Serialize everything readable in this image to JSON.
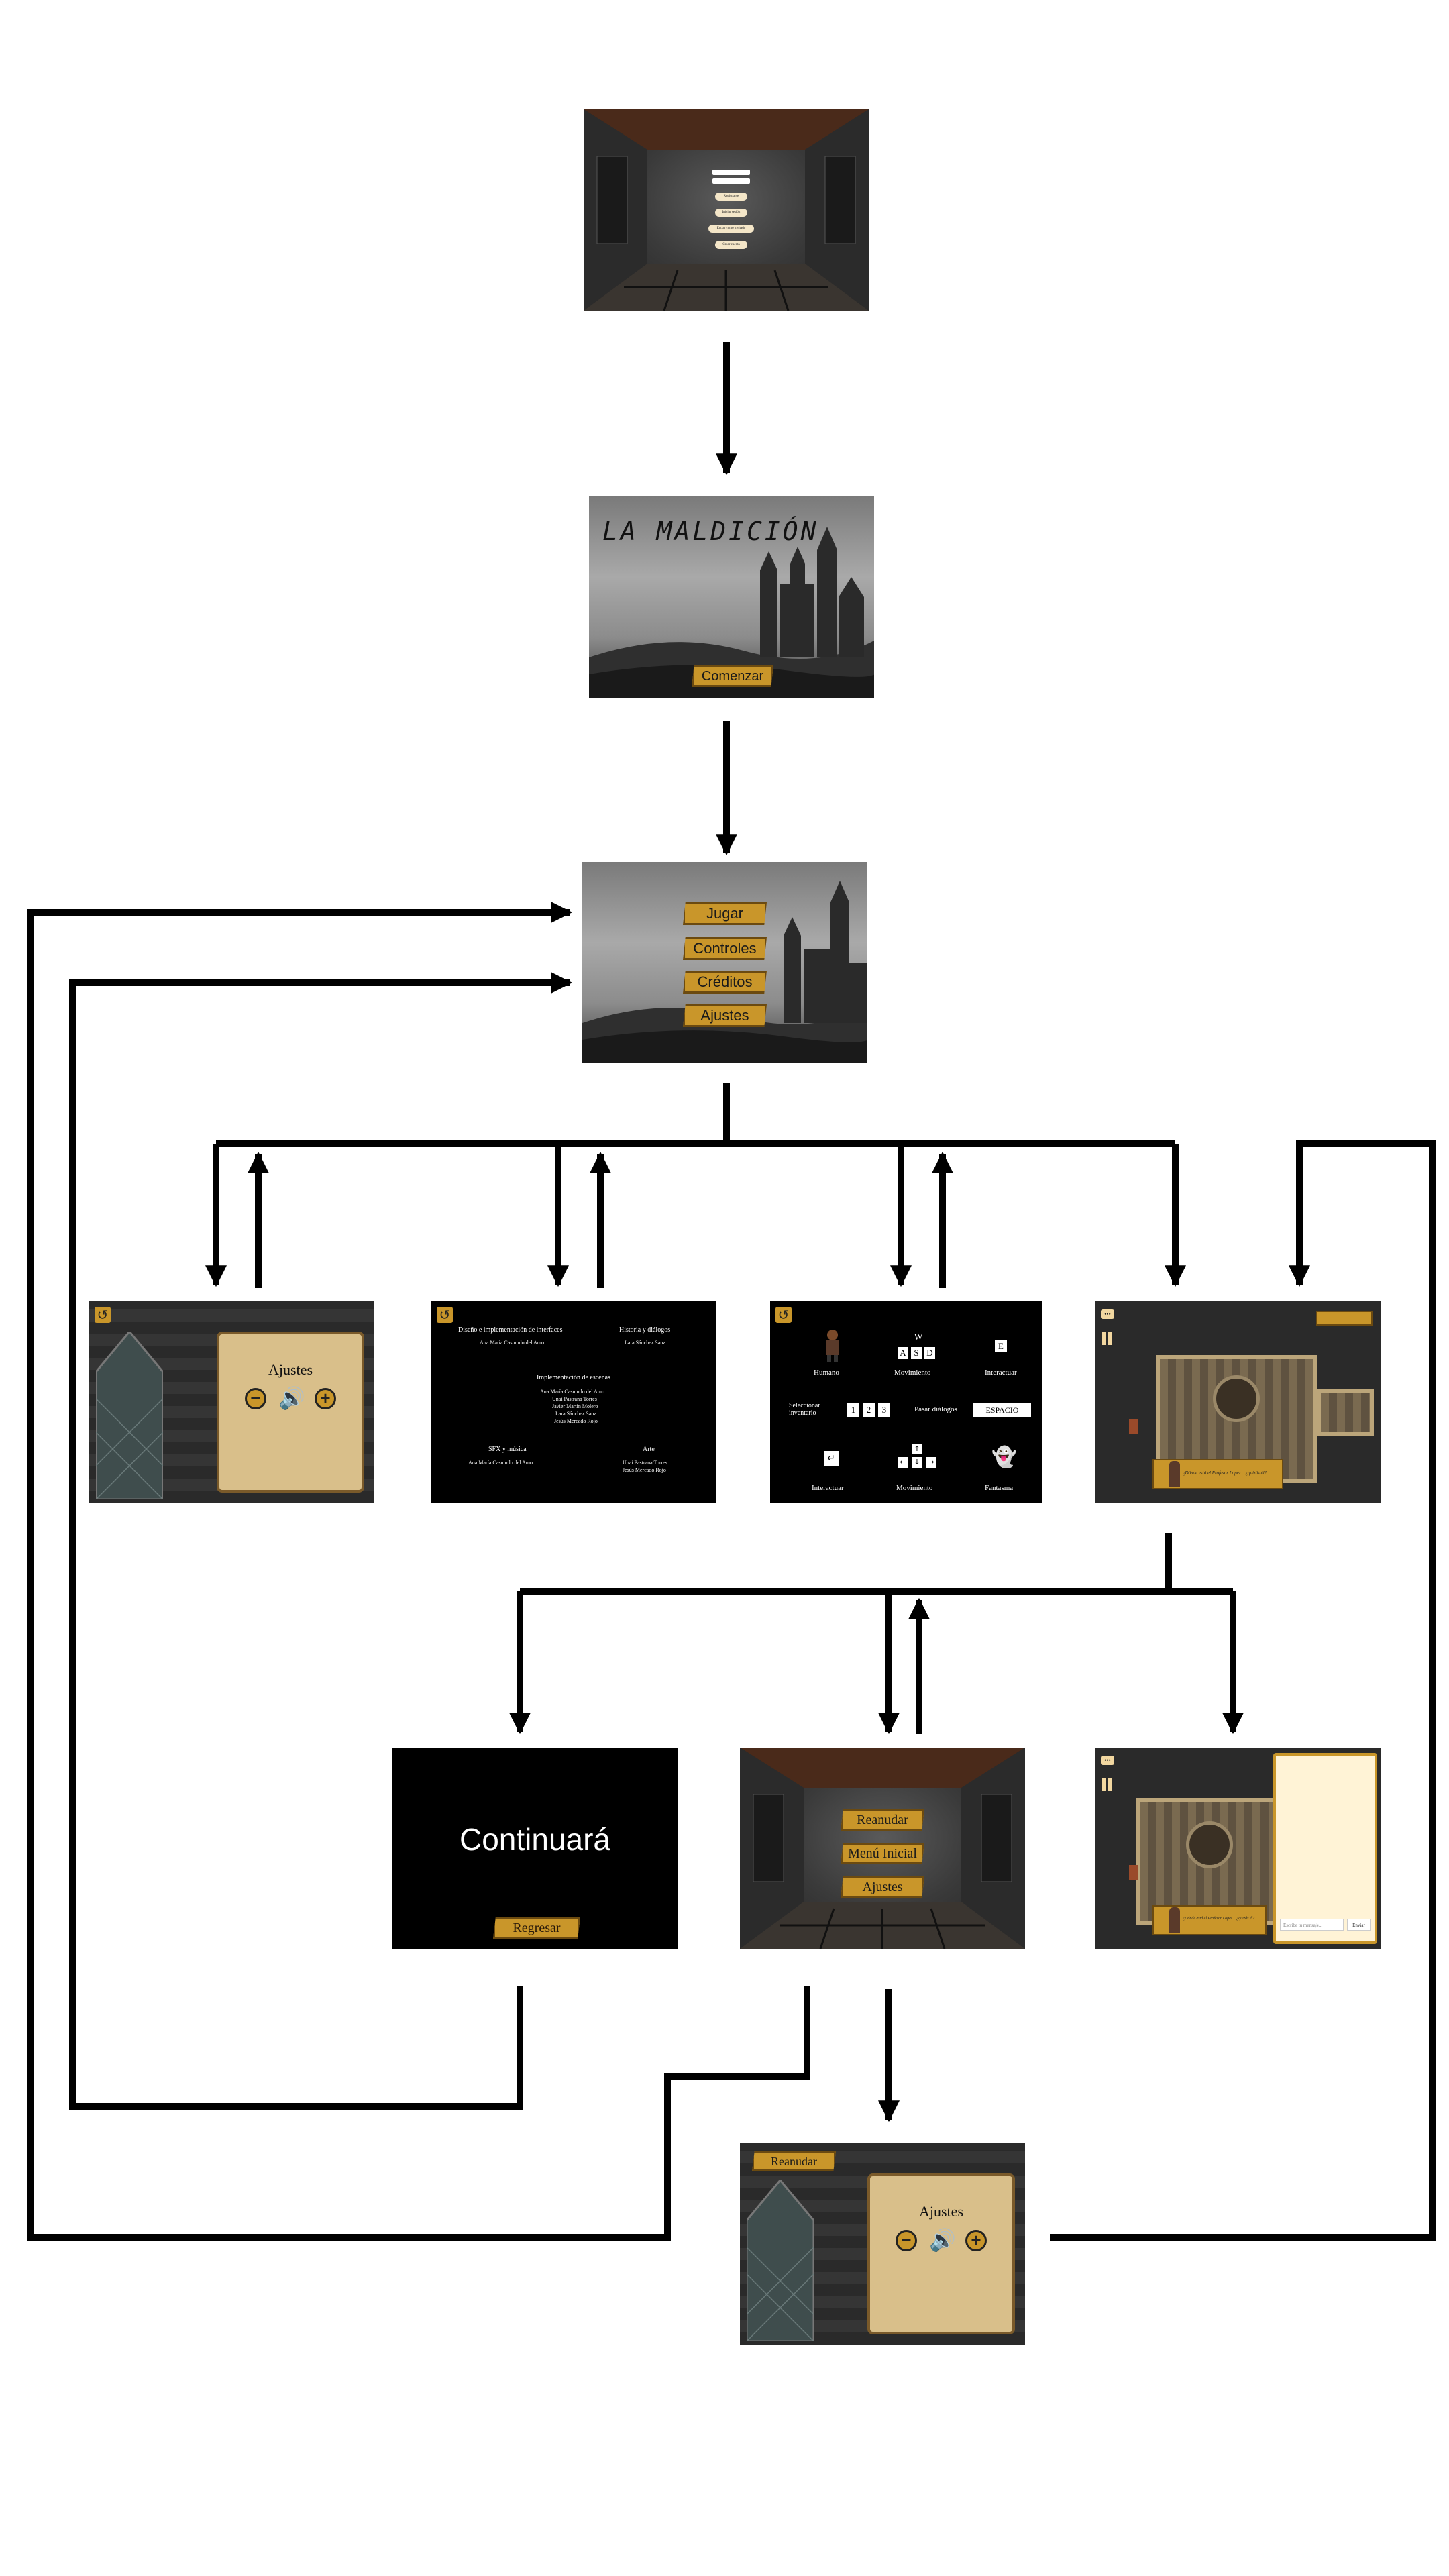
{
  "login": {
    "buttons": [
      "Registrarse",
      "Iniciar sesión",
      "Entrar como invitado",
      "Crear cuenta"
    ]
  },
  "title_screen": {
    "game_title": "LA MALDICIÓN",
    "start_button": "Comenzar"
  },
  "main_menu": {
    "buttons": [
      "Jugar",
      "Controles",
      "Créditos",
      "Ajustes"
    ]
  },
  "settings": {
    "title": "Ajustes",
    "minus": "−",
    "plus": "+"
  },
  "credits": {
    "sections": [
      {
        "heading": "Diseño e implementación de interfaces",
        "names": [
          "Ana María Casmudo del Amo"
        ]
      },
      {
        "heading": "Historia y diálogos",
        "names": [
          "Lara Sánchez Sanz"
        ]
      },
      {
        "heading": "Implementación de escenas",
        "names": [
          "Ana María Casmudo del Amo",
          "Unai Pastrana Torres",
          "Javier Martín Molero",
          "Lara Sánchez Sanz",
          "Jesús Mercado Rojo"
        ]
      },
      {
        "heading": "SFX y música",
        "names": [
          "Ana María Casmudo del Amo"
        ]
      },
      {
        "heading": "Arte",
        "names": [
          "Unai Pastrana Torres",
          "Jesús Mercado Rojo"
        ]
      }
    ]
  },
  "controls": {
    "human": "Humano",
    "movement": "Movimiento",
    "interact": "Interactuar",
    "select_inventory": "Seleccionar inventario",
    "skip_dialog": "Pasar diálogos",
    "space_key": "ESPACIO",
    "ghost": "Fantasma",
    "keys_wasd": [
      "W",
      "A",
      "S",
      "D"
    ],
    "key_e": "E",
    "keys_num": [
      "1",
      "2",
      "3"
    ]
  },
  "game": {
    "dialog": "¿Dónde está el Profesor Lopez... ¿quizás él?",
    "chat_placeholder": "Escribe tu mensaje...",
    "send": "Enviar"
  },
  "ending": {
    "text": "Continuará",
    "back_button": "Regresar"
  },
  "pause_menu": {
    "buttons": [
      "Reanudar",
      "Menú Inicial",
      "Ajustes"
    ]
  },
  "pause_settings": {
    "resume_button": "Reanudar",
    "title": "Ajustes"
  },
  "colors": {
    "button_gold": "#c9962a",
    "arrow": "#000000"
  }
}
